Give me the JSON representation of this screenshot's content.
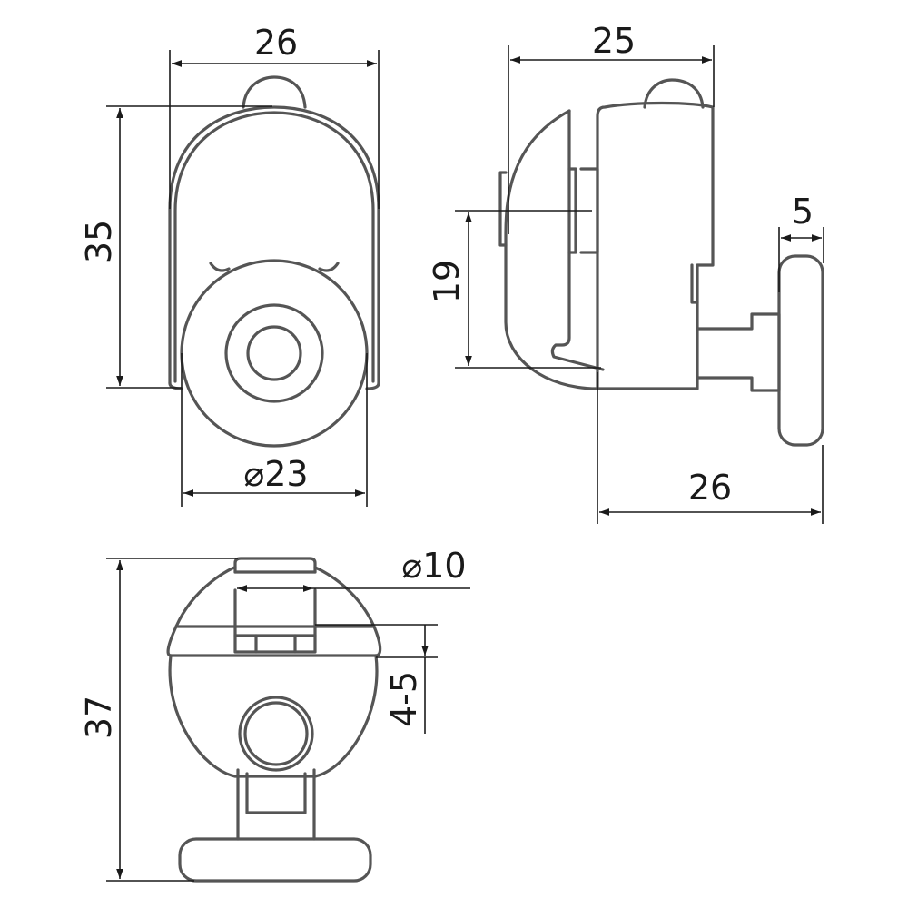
{
  "dimensions": {
    "front_width": "26",
    "front_height": "35",
    "front_wheel_diameter": "⌀23",
    "side_width": "25",
    "side_axle_height": "19",
    "side_knob_thickness": "5",
    "side_depth": "26",
    "bottom_stem_diameter": "⌀10",
    "bottom_height": "37",
    "bottom_gap": "4-5"
  },
  "colors": {
    "part_outline": "#555555",
    "dimension_line": "#1a1a1a",
    "background": "#ffffff"
  }
}
